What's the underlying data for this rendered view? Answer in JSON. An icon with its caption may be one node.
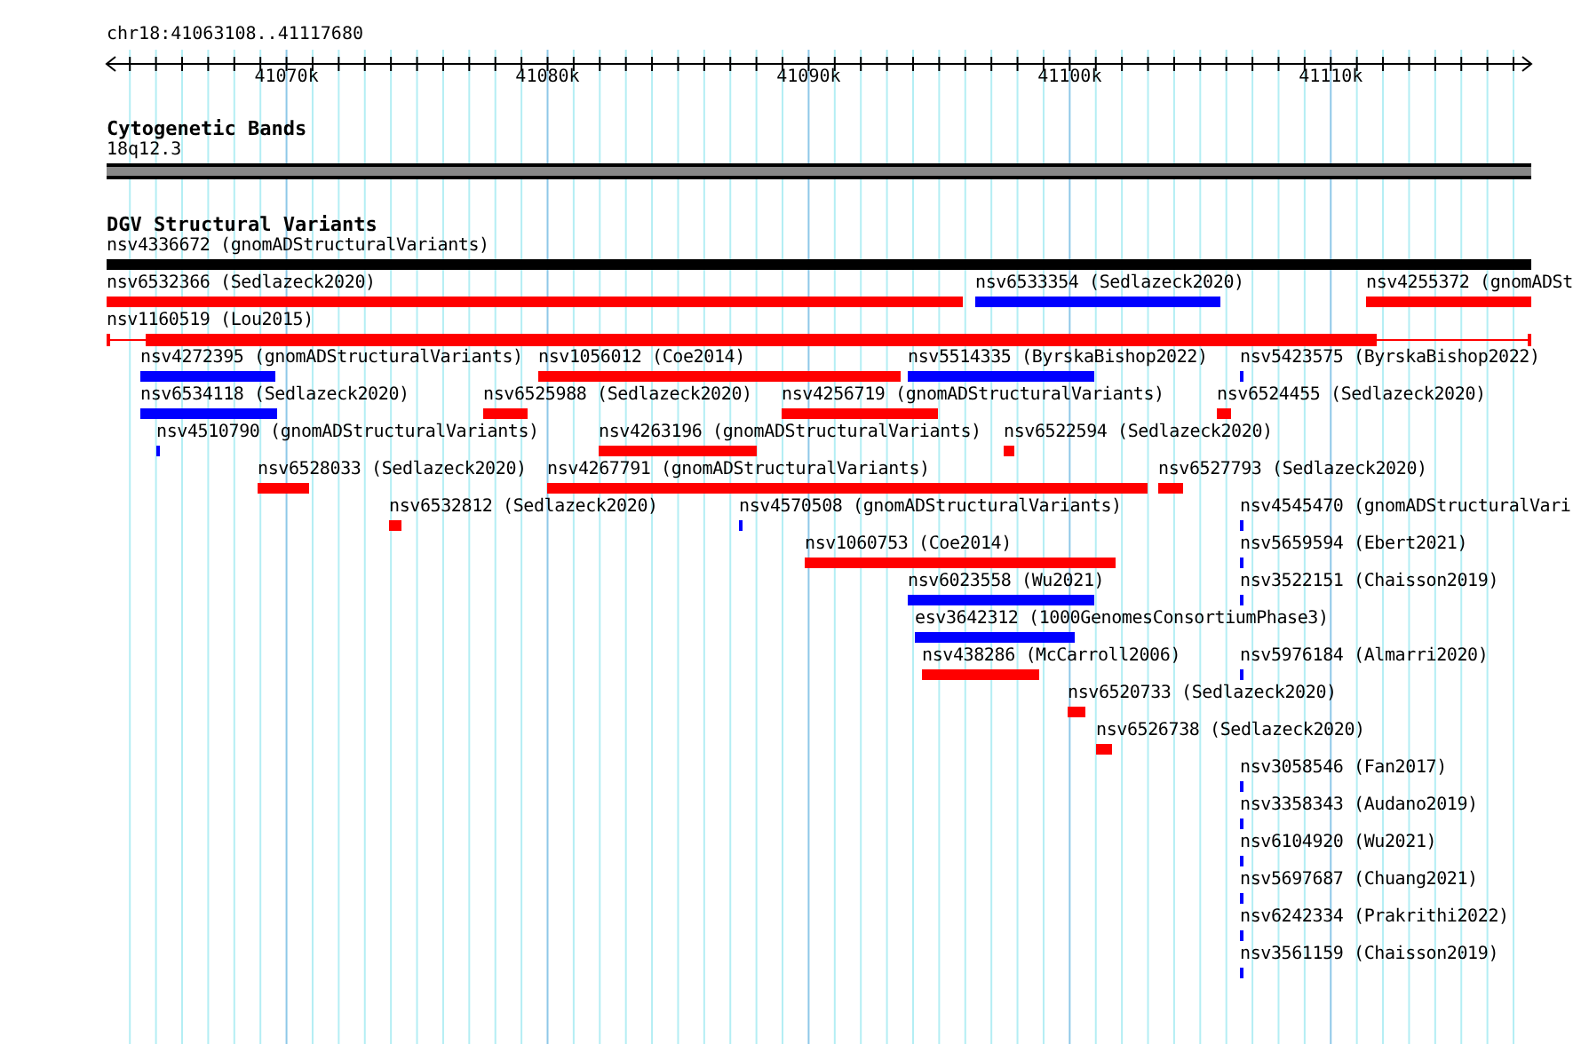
{
  "diagram": {
    "nodes": [
      {
        "text": [],
        "shape": "bar",
        "beside": [
          "nsv4336672 (gnomADStructuralVariants)"
        ]
      },
      {
        "text": [],
        "shape": "bar",
        "beside": [
          "nsv6532366 (Sedlazeck2020)"
        ]
      },
      {
        "text": [],
        "shape": "bar",
        "beside": [
          "nsv6533354 (Sedlazeck2020)"
        ]
      },
      {
        "text": [],
        "shape": "bar",
        "beside": [
          "nsv4255372 (gnomADSt"
        ]
      },
      {
        "text": [],
        "shape": "bar",
        "beside": [
          "nsv1160519 (Lou2015)"
        ]
      },
      {
        "text": [],
        "shape": "bar",
        "beside": [
          "nsv4272395 (gnomADStructuralVariants)"
        ]
      },
      {
        "text": [],
        "shape": "bar",
        "beside": [
          "nsv1056012 (Coe2014)"
        ]
      },
      {
        "text": [],
        "shape": "bar",
        "beside": [
          "nsv5514335 (ByrskaBishop2022)"
        ]
      },
      {
        "text": [],
        "shape": "bar",
        "beside": [
          "nsv5423575 (ByrskaBishop2022)"
        ]
      },
      {
        "text": [],
        "shape": "bar",
        "beside": [
          "nsv6534118 (Sedlazeck2020)"
        ]
      },
      {
        "text": [],
        "shape": "bar",
        "beside": [
          "nsv6525988 (Sedlazeck2020)"
        ]
      },
      {
        "text": [],
        "shape": "bar",
        "beside": [
          "nsv4256719 (gnomADStructuralVariants)"
        ]
      },
      {
        "text": [],
        "shape": "bar",
        "beside": [
          "nsv6524455 (Sedlazeck2020)"
        ]
      },
      {
        "text": [],
        "shape": "bar",
        "beside": [
          "nsv4510790 (gnomADStructuralVariants)"
        ]
      },
      {
        "text": [],
        "shape": "bar",
        "beside": [
          "nsv4263196 (gnomADStructuralVariants)"
        ]
      },
      {
        "text": [],
        "shape": "bar",
        "beside": [
          "nsv6522594 (Sedlazeck2020)"
        ]
      },
      {
        "text": [],
        "shape": "bar",
        "beside": [
          "nsv6528033 (Sedlazeck2020)"
        ]
      },
      {
        "text": [],
        "shape": "bar",
        "beside": [
          "nsv4267791 (gnomADStructuralVariants)"
        ]
      },
      {
        "text": [],
        "shape": "bar",
        "beside": [
          "nsv6527793 (Sedlazeck2020)"
        ]
      },
      {
        "text": [],
        "shape": "bar",
        "beside": [
          "nsv6532812 (Sedlazeck2020)"
        ]
      },
      {
        "text": [],
        "shape": "bar",
        "beside": [
          "nsv4570508 (gnomADStructuralVariants)"
        ]
      },
      {
        "text": [],
        "shape": "bar",
        "beside": [
          "nsv4545470 (gnomADStructuralVari"
        ]
      },
      {
        "text": [],
        "shape": "bar",
        "beside": [
          "nsv1060753 (Coe2014)"
        ]
      },
      {
        "text": [],
        "shape": "bar",
        "beside": [
          "nsv5659594 (Ebert2021)"
        ]
      },
      {
        "text": [],
        "shape": "bar",
        "beside": [
          "nsv6023558 (Wu2021)"
        ]
      },
      {
        "text": [],
        "shape": "bar",
        "beside": [
          "nsv3522151 (Chaisson2019)"
        ]
      },
      {
        "text": [],
        "shape": "bar",
        "beside": [
          "esv3642312 (1000GenomesConsortiumPhase3)"
        ]
      },
      {
        "text": [],
        "shape": "bar",
        "beside": [
          "nsv438286 (McCarroll2006)"
        ]
      },
      {
        "text": [],
        "shape": "bar",
        "beside": [
          "nsv5976184 (Almarri2020)"
        ]
      },
      {
        "text": [],
        "shape": "bar",
        "beside": [
          "nsv6520733 (Sedlazeck2020)"
        ]
      },
      {
        "text": [],
        "shape": "bar",
        "beside": [
          "nsv6526738 (Sedlazeck2020)"
        ]
      },
      {
        "text": [],
        "shape": "bar",
        "beside": [
          "nsv3058546 (Fan2017)"
        ]
      },
      {
        "text": [],
        "shape": "bar",
        "beside": [
          "nsv3358343 (Audano2019)"
        ]
      },
      {
        "text": [],
        "shape": "bar",
        "beside": [
          "nsv6104920 (Wu2021)"
        ]
      },
      {
        "text": [],
        "shape": "bar",
        "beside": [
          "nsv5697687 (Chuang2021)"
        ]
      },
      {
        "text": [],
        "shape": "bar",
        "beside": [
          "nsv6242334 (Prakrithi2022)"
        ]
      },
      {
        "text": [],
        "shape": "bar",
        "beside": [
          "nsv3561159 (Chaisson2019)"
        ]
      }
    ],
    "labels": [
      "chr18:41063108..41117680",
      "41070k",
      "41080k",
      "41090k",
      "41100k",
      "41110k",
      "Cytogenetic Bands",
      "18q12.3",
      "DGV Structural Variants"
    ]
  }
}
